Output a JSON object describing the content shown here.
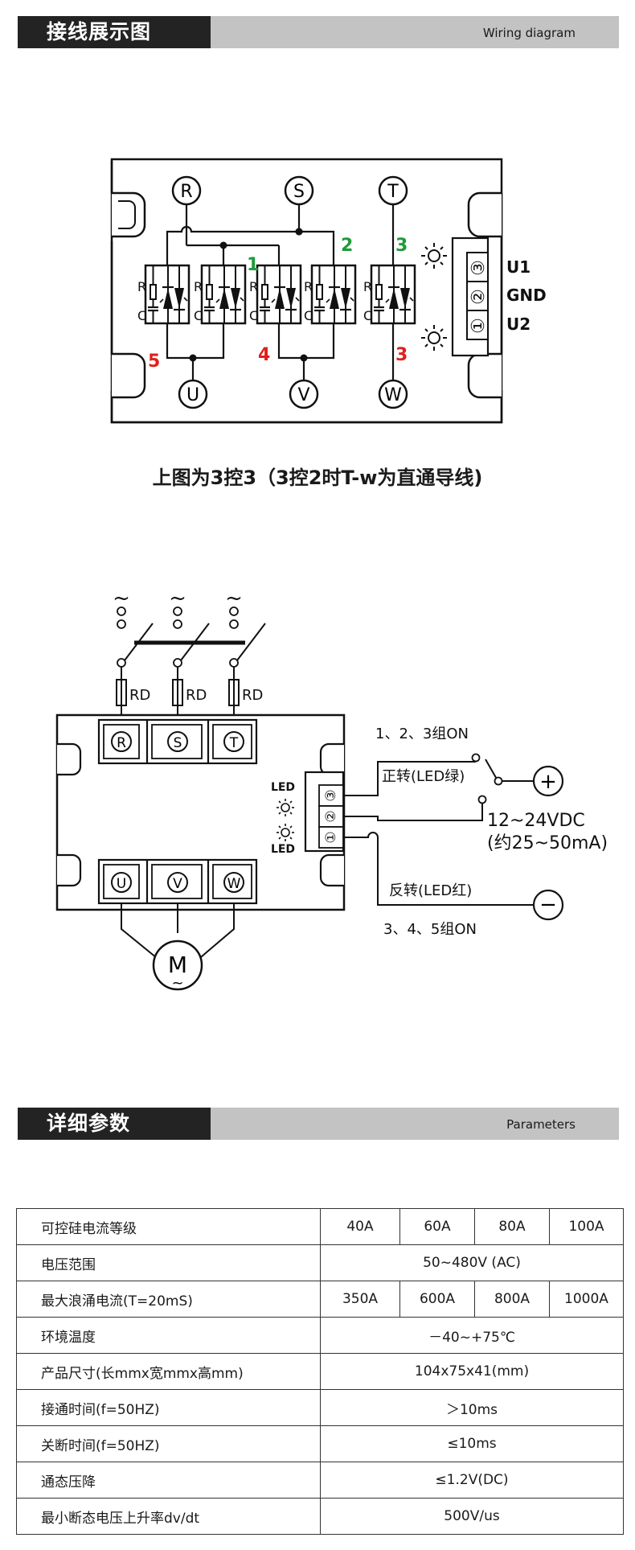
{
  "wiring_header": {
    "title": "接线展示图",
    "subtitle": "Wiring diagram"
  },
  "diagram1": {
    "terminals_top": [
      "R",
      "S",
      "T"
    ],
    "terminals_bottom": [
      "U",
      "V",
      "W"
    ],
    "group_numbers_green": [
      "1",
      "2",
      "3"
    ],
    "group_numbers_red": [
      "5",
      "4",
      "3"
    ],
    "rc_r": "R",
    "rc_c": "C",
    "control_pins": [
      "③",
      "②",
      "①"
    ],
    "control_labels": [
      "U1",
      "GND",
      "U2"
    ],
    "caption": "上图为3控3（3控2时T-w为直通导线)"
  },
  "diagram2": {
    "input_symbol": "~",
    "fuse_label": "RD",
    "terminals_top": [
      "R",
      "S",
      "T"
    ],
    "terminals_bottom": [
      "U",
      "V",
      "W"
    ],
    "control_pins": [
      "③",
      "②",
      "①"
    ],
    "led_label": "LED",
    "forward_groups": "1、2、3组ON",
    "forward_label": "正转(LED绿)",
    "voltage_range": "12~24VDC",
    "current_range": "(约25~50mA)",
    "reverse_label": "反转(LED红)",
    "reverse_groups": "3、4、5组ON",
    "motor_label": "M",
    "motor_symbol": "~",
    "plus_symbol": "+",
    "minus_symbol": "−",
    "colors": {
      "green": "#1f9a3a",
      "red": "#e0201c"
    }
  },
  "params_header": {
    "title": "详细参数",
    "subtitle": "Parameters"
  },
  "params": {
    "current_grade": {
      "label": "可控硅电流等级",
      "values": [
        "40A",
        "60A",
        "80A",
        "100A"
      ]
    },
    "voltage_range": {
      "label": "电压范围",
      "value": "50~480V (AC)"
    },
    "surge_current": {
      "label": "最大浪涌电流(T=20mS)",
      "values": [
        "350A",
        "600A",
        "800A",
        "1000A"
      ]
    },
    "ambient_temp": {
      "label": "环境温度",
      "value": "－40~+75℃"
    },
    "product_size": {
      "label": "产品尺寸(长mmx宽mmx高mm)",
      "value": "104x75x41(mm)"
    },
    "on_time": {
      "label": "接通时间(f=50HZ)",
      "value": "＞10ms"
    },
    "off_time": {
      "label": "关断时间(f=50HZ)",
      "value": "≤10ms"
    },
    "on_voltage_drop": {
      "label": "通态压降",
      "value": "≤1.2V(DC)"
    },
    "dvdt": {
      "label": "最小断态电压上升率dv/dt",
      "value": "500V/us"
    }
  }
}
